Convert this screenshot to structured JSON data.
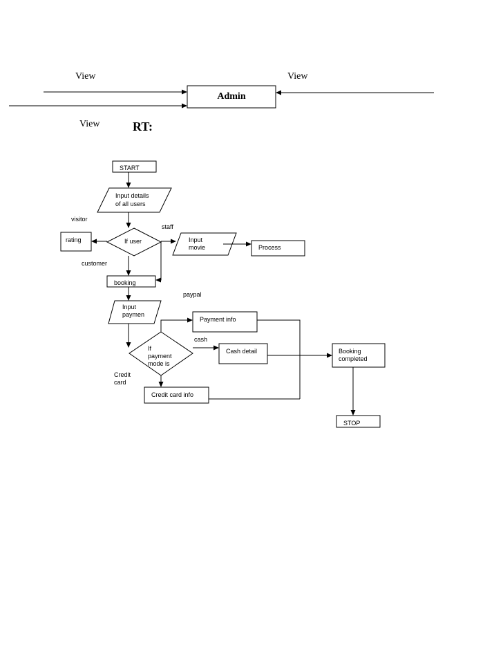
{
  "top": {
    "view_left_1": "View",
    "view_right": "View",
    "admin": "Admin",
    "view_left_2": "View",
    "rt": "RT:"
  },
  "flow": {
    "start": "START",
    "input_details_1": "Input details",
    "input_details_2": "of all users",
    "visitor": "visitor",
    "staff": "staff",
    "if_user": "If user",
    "rating": "rating",
    "input_movie_1": "Input",
    "input_movie_2": "movie",
    "process": "Process",
    "customer": "customer",
    "booking": "booking",
    "paypal": "paypal",
    "input_payment_1": "Input",
    "input_payment_2": "paymen",
    "payment_info": "Payment info",
    "cash": "cash",
    "if_payment_1": "If",
    "if_payment_2": "payment",
    "if_payment_3": "mode is",
    "cash_detail": "Cash detail",
    "booking_completed_1": "Booking",
    "booking_completed_2": "completed",
    "credit_1": "Credit",
    "credit_2": "card",
    "credit_card_info": "Credit card info",
    "stop": "STOP"
  }
}
